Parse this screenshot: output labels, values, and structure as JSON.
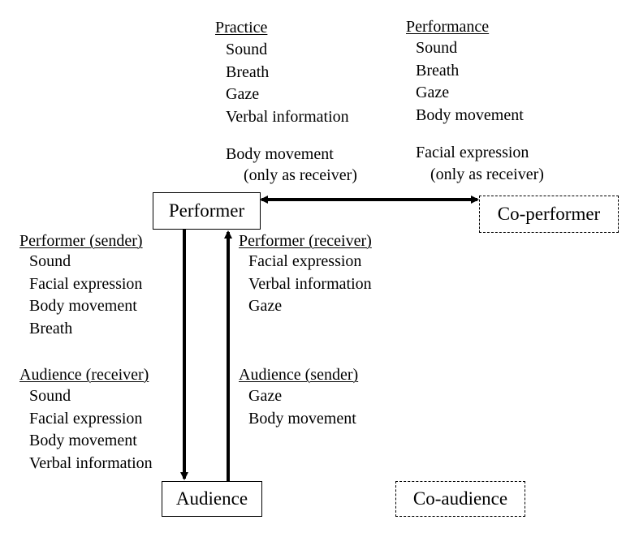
{
  "boxes": {
    "performer": "Performer",
    "co_performer": "Co-performer",
    "audience": "Audience",
    "co_audience": "Co-audience"
  },
  "practice": {
    "heading": "Practice",
    "items": [
      "Sound",
      "Breath",
      "Gaze",
      "Verbal information"
    ],
    "extra_line1": "Body movement",
    "extra_line2": "(only as receiver)"
  },
  "performance": {
    "heading": "Performance",
    "items": [
      "Sound",
      "Breath",
      "Gaze",
      "Body movement"
    ],
    "extra_line1": "Facial expression",
    "extra_line2": "(only as receiver)"
  },
  "performer_sender": {
    "heading": "Performer (sender)",
    "items": [
      "Sound",
      "Facial expression",
      "Body movement",
      "Breath"
    ]
  },
  "audience_receiver": {
    "heading": "Audience (receiver)",
    "items": [
      "Sound",
      "Facial expression",
      "Body movement",
      "Verbal information"
    ]
  },
  "performer_receiver": {
    "heading": "Performer (receiver)",
    "items": [
      "Facial expression",
      "Verbal information",
      "Gaze"
    ]
  },
  "audience_sender": {
    "heading": "Audience (sender)",
    "items": [
      "Gaze",
      "Body movement"
    ]
  }
}
